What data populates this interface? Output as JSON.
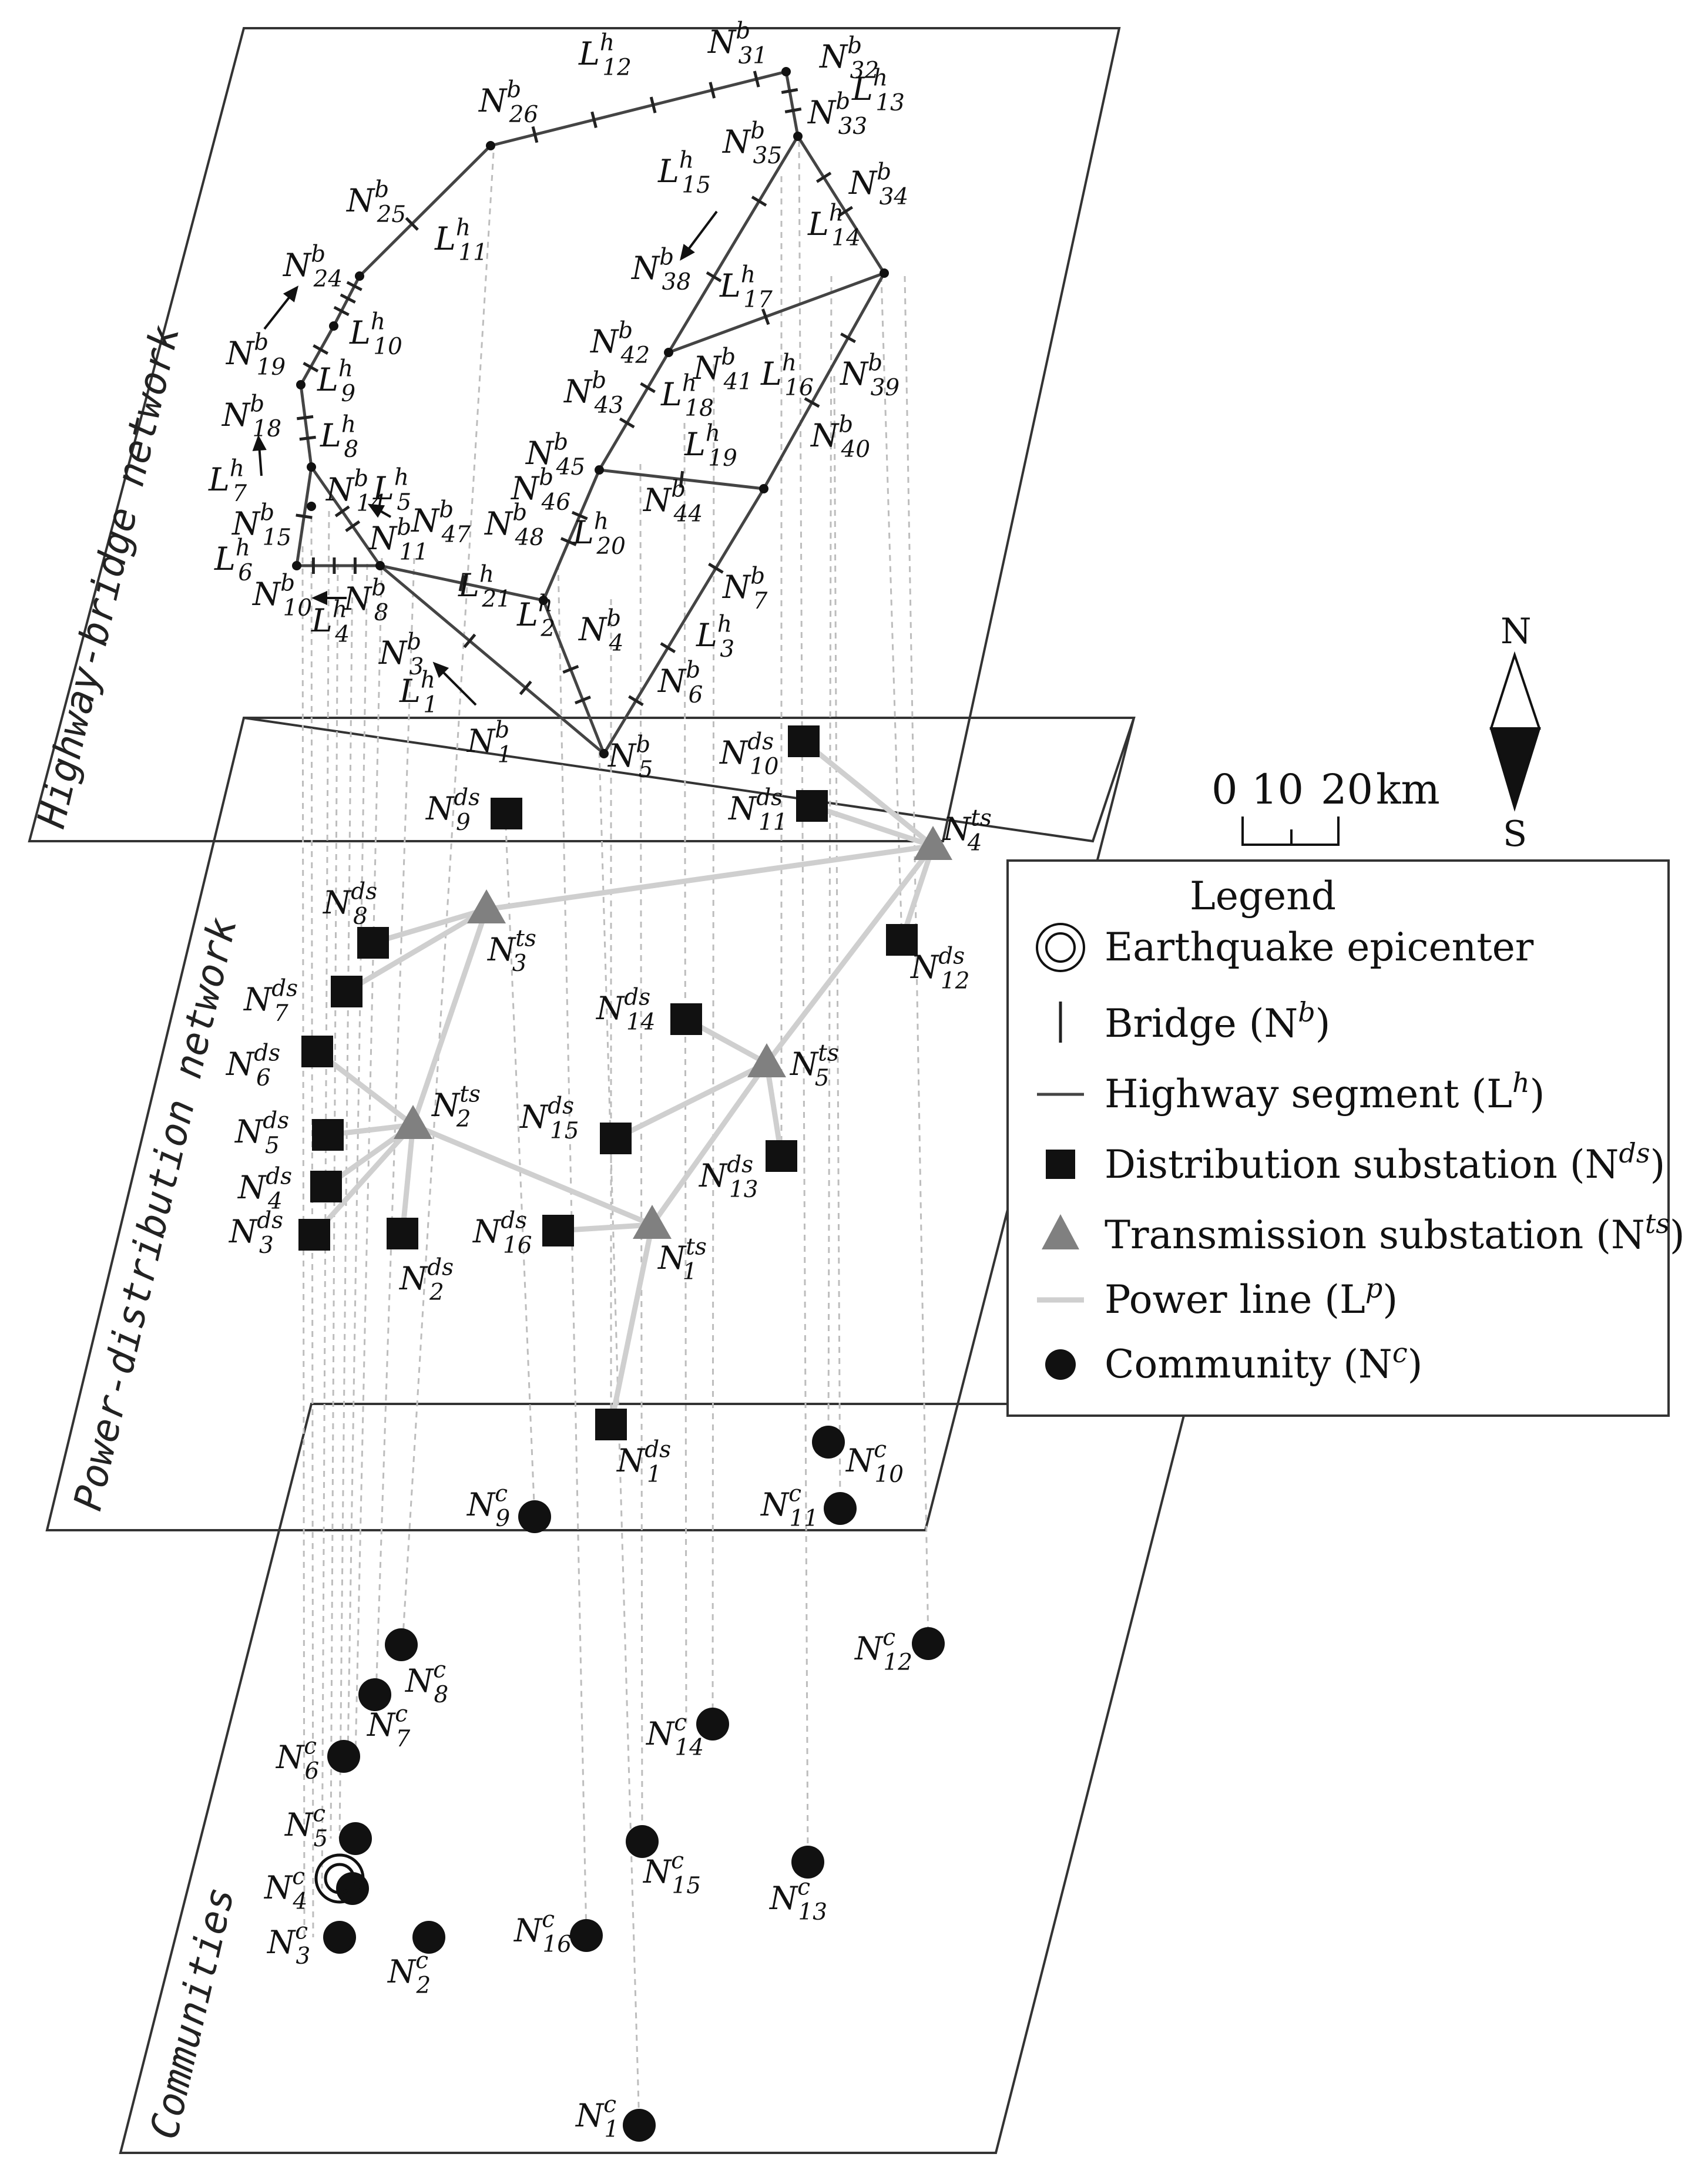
{
  "layers": {
    "highway": "Highway-bridge network",
    "power": "Power-distribution network",
    "community": "Communities"
  },
  "legend": {
    "title": "Legend",
    "items": [
      {
        "key": "epicenter",
        "text": "Earthquake epicenter"
      },
      {
        "key": "bridge",
        "text": "Bridge (N",
        "sup": "b",
        "tail": ")"
      },
      {
        "key": "highway",
        "text": "Highway segment  (L",
        "sup": "h",
        "tail": ")"
      },
      {
        "key": "dist",
        "text": "Distribution substation (N",
        "sup": "ds",
        "tail": ")"
      },
      {
        "key": "trans",
        "text": "Transmission substation (N",
        "sup": "ts",
        "tail": ")"
      },
      {
        "key": "power",
        "text": "Power line (L",
        "sup": "p",
        "tail": ")"
      },
      {
        "key": "community",
        "text": "Community (N",
        "sup": "c",
        "tail": ")"
      }
    ]
  },
  "scale": {
    "label_0": "0",
    "label_10": "10",
    "label_20": "20",
    "unit": "km"
  },
  "compass": {
    "north": "N",
    "south": "S"
  },
  "colors": {
    "frame": "#333333",
    "highway": "#444444",
    "power": "#cfcfcf",
    "dashed": "#bdbdbd",
    "node": "#111111",
    "triangle": "#808080"
  },
  "highway_nodes": [
    "N^b_1",
    "N^b_3",
    "N^b_4",
    "N^b_5",
    "N^b_6",
    "N^b_7",
    "N^b_8",
    "N^b_10",
    "N^b_11",
    "N^b_14",
    "N^b_15",
    "N^b_18",
    "N^b_19",
    "N^b_24",
    "N^b_25",
    "N^b_26",
    "N^b_31",
    "N^b_32",
    "N^b_33",
    "N^b_34",
    "N^b_35",
    "N^b_38",
    "N^b_39",
    "N^b_40",
    "N^b_41",
    "N^b_42",
    "N^b_43",
    "N^b_44",
    "N^b_45",
    "N^b_46",
    "N^b_47",
    "N^b_48"
  ],
  "highway_segments": [
    "L^h_1",
    "L^h_2",
    "L^h_3",
    "L^h_4",
    "L^h_5",
    "L^h_6",
    "L^h_7",
    "L^h_8",
    "L^h_9",
    "L^h_10",
    "L^h_11",
    "L^h_12",
    "L^h_13",
    "L^h_14",
    "L^h_15",
    "L^h_16",
    "L^h_17",
    "L^h_18",
    "L^h_19",
    "L^h_20",
    "L^h_21"
  ],
  "distribution_substations": [
    "N^ds_1",
    "N^ds_2",
    "N^ds_3",
    "N^ds_4",
    "N^ds_5",
    "N^ds_6",
    "N^ds_7",
    "N^ds_8",
    "N^ds_9",
    "N^ds_10",
    "N^ds_11",
    "N^ds_12",
    "N^ds_13",
    "N^ds_14",
    "N^ds_15",
    "N^ds_16"
  ],
  "transmission_substations": [
    "N^ts_1",
    "N^ts_2",
    "N^ts_3",
    "N^ts_4",
    "N^ts_5"
  ],
  "communities": [
    "N^c_1",
    "N^c_2",
    "N^c_3",
    "N^c_4",
    "N^c_5",
    "N^c_6",
    "N^c_7",
    "N^c_8",
    "N^c_9",
    "N^c_10",
    "N^c_11",
    "N^c_12",
    "N^c_13",
    "N^c_14",
    "N^c_15",
    "N^c_16"
  ]
}
